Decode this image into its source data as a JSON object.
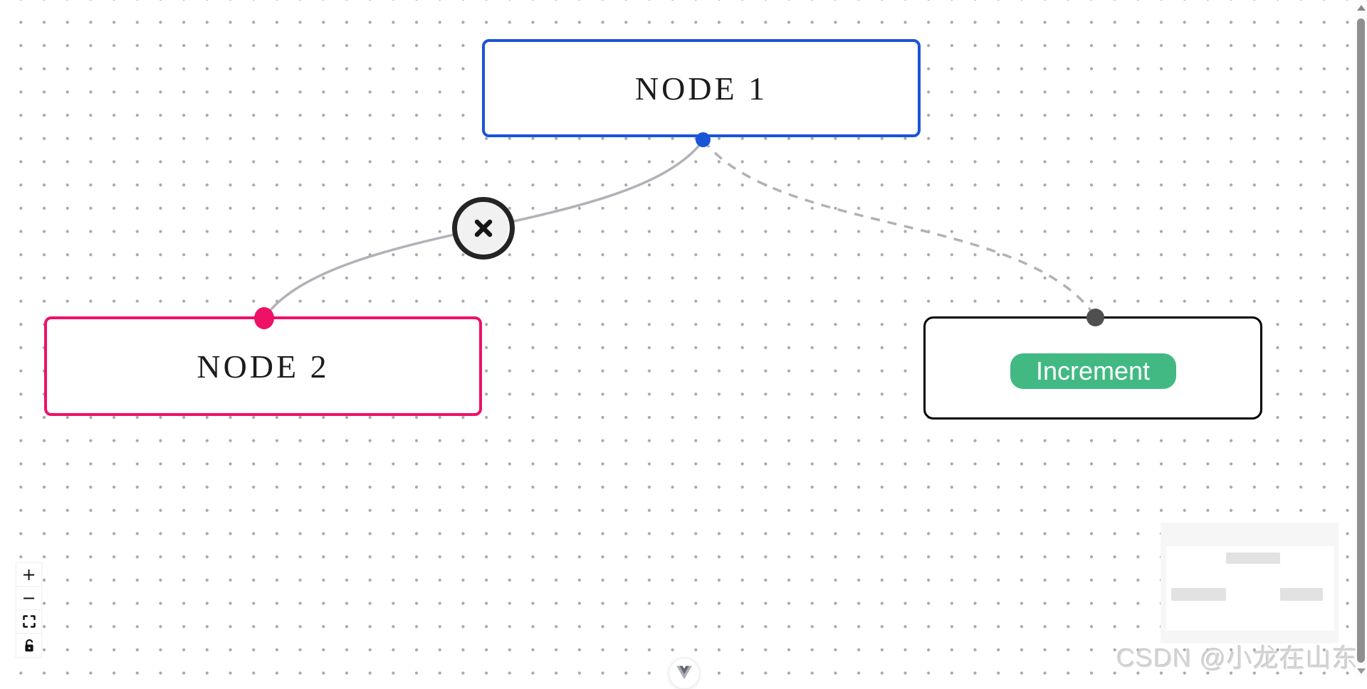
{
  "colors": {
    "node1_accent": "#1a54d8",
    "node2_accent": "#ee1166",
    "increment_border": "#000000",
    "increment_handle": "#4f4f4f",
    "button_green": "#42b983",
    "edge_gray": "#b1b1b7",
    "dot_grid": "#a8a8ad",
    "scrollbar_thumb": "#8f8f8f"
  },
  "nodes": {
    "node1": {
      "label": "NODE 1"
    },
    "node2": {
      "label": "NODE 2"
    },
    "increment": {
      "button_label": "Increment"
    }
  },
  "edges": {
    "edge1": {
      "from": "NODE 1",
      "to": "NODE 2",
      "style": "solid",
      "delete_button_glyph": "close-x-icon"
    },
    "edge2": {
      "from": "NODE 1",
      "to": "Increment node",
      "style": "dashed"
    }
  },
  "controls": {
    "zoom_in_glyph": "+",
    "zoom_out_glyph": "−",
    "fit_view_icon": "fit-view-icon",
    "lock_icon": "unlock-icon"
  },
  "minimap": {
    "node_count": 3
  },
  "watermark": {
    "text": "CSDN @小龙在山东"
  },
  "devtools": {
    "icon": "vue-logo-icon"
  }
}
